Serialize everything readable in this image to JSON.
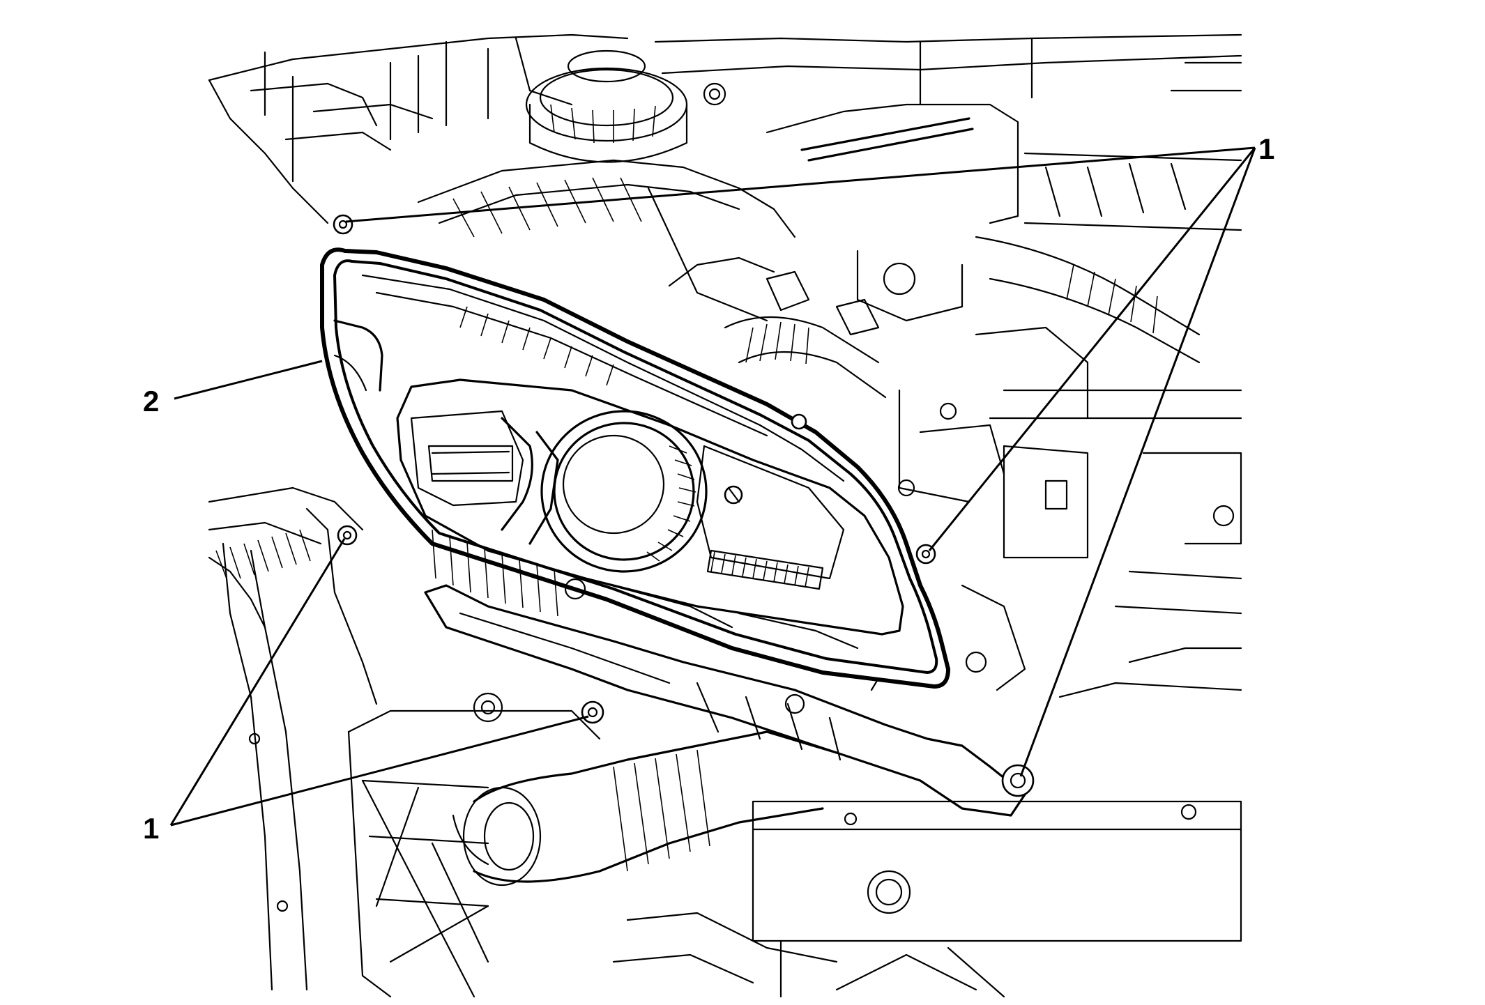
{
  "diagram": {
    "callouts": [
      {
        "id": "c1-top-right",
        "label": "1"
      },
      {
        "id": "c2-left",
        "label": "2"
      },
      {
        "id": "c1-bottom-left",
        "label": "1"
      }
    ],
    "line_color": "#000000",
    "background": "#ffffff"
  }
}
